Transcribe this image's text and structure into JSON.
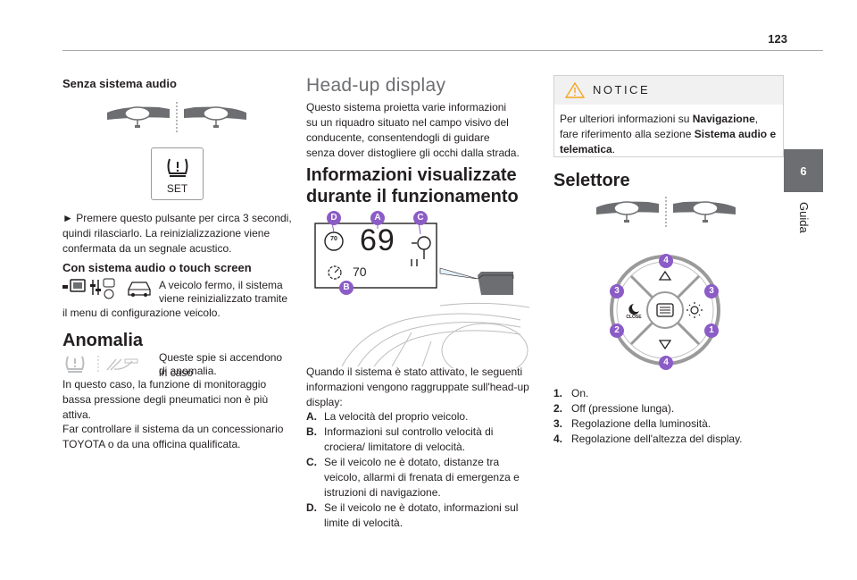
{
  "page": {
    "number": "123",
    "tab_number": "6",
    "tab_label": "Guida"
  },
  "col1": {
    "heading_no_audio": "Senza sistema audio",
    "set_label": "SET",
    "instruction": "► Premere questo pulsante per circa 3 secondi, quindi rilasciarlo. La reinizializzazione viene confermata da un segnale acustico.",
    "heading_audio": "Con sistema audio o touch screen",
    "audio_line1": "A veicolo fermo, il sistema",
    "audio_line2": "viene reinizializzato tramite",
    "audio_line3": "il menu di configurazione veicolo.",
    "anomaly_heading": "Anomalia",
    "anomaly_line1": "Queste spie si accendono in caso",
    "anomaly_line2": "di anomalia.",
    "anomaly_text1": "In questo caso, la funzione di monitoraggio bassa pressione degli pneumatici non è più attiva.",
    "anomaly_text2": "Far controllare il sistema da un concessionario TOYOTA o da una officina qualificata."
  },
  "col2": {
    "title": "Head-up display",
    "intro": "Questo sistema proietta varie informazioni su un riquadro situato nel campo visivo del conducente, consentendogli di guidare senza dover distogliere gli occhi dalla strada.",
    "info_heading_line1": "Informazioni visualizzate",
    "info_heading_line2": "durante il funzionamento",
    "display": {
      "speed": "69",
      "limit_sign": "70",
      "cruise_value": "70"
    },
    "markers": {
      "a": "A",
      "b": "B",
      "c": "C",
      "d": "D"
    },
    "lead_text": "Quando il sistema è stato attivato, le seguenti informazioni vengono raggruppate sull'head-up display:",
    "items": [
      {
        "key": "A.",
        "text": "La velocità del proprio veicolo."
      },
      {
        "key": "B.",
        "text": "Informazioni sul controllo velocità di crociera/ limitatore di velocità."
      },
      {
        "key": "C.",
        "text": "Se il veicolo ne è dotato, distanze tra veicolo, allarmi di frenata di emergenza e istruzioni di navigazione."
      },
      {
        "key": "D.",
        "text": "Se il veicolo ne è dotato, informazioni sul limite di velocità."
      }
    ]
  },
  "col3": {
    "notice_title": "NOTICE",
    "notice_pre": "Per ulteriori informazioni su ",
    "notice_bold1": "Navigazione",
    "notice_mid": ", fare riferimento alla sezione ",
    "notice_bold2": "Sistema audio e telematica",
    "notice_post": ".",
    "heading": "Selettore",
    "dial_labels": {
      "close": "CLOSE",
      "n1": "1",
      "n2": "2",
      "n3a": "3",
      "n3b": "3",
      "n4a": "4",
      "n4b": "4"
    },
    "items": [
      {
        "key": "1.",
        "text": "On."
      },
      {
        "key": "2.",
        "text": "Off (pressione lunga)."
      },
      {
        "key": "3.",
        "text": "Regolazione della luminosità."
      },
      {
        "key": "4.",
        "text": "Regolazione dell'altezza del display."
      }
    ]
  },
  "colors": {
    "accent_marker": "#8b5cc7",
    "tab_bg": "#6d6e71",
    "notice_bg": "#f1f1f2",
    "warning_orange": "#f5a623"
  }
}
